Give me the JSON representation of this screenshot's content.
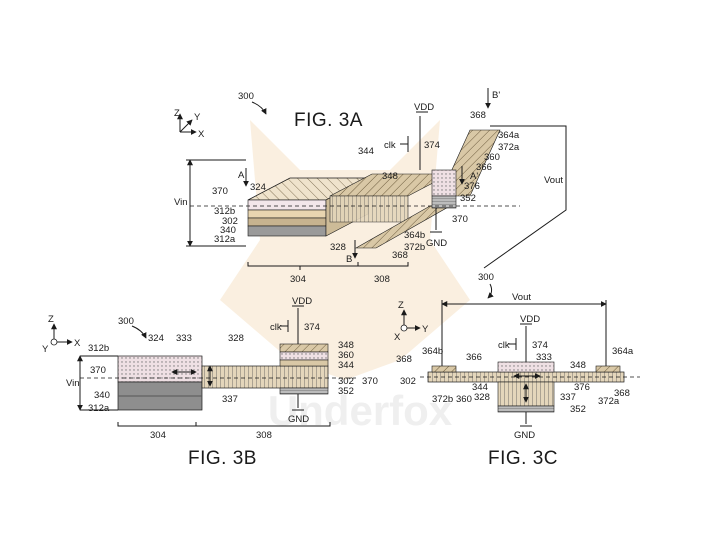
{
  "colors": {
    "ink": "#1a1a1a",
    "layer_tan": "#d9c8a6",
    "layer_tan_dark": "#b9a27a",
    "layer_pink": "#e8cfd6",
    "layer_grey": "#8c8c8c",
    "watermark": "#f3d9b8"
  },
  "watermark": {
    "text": "Underfox"
  },
  "fig3a": {
    "title": "FIG. 3A",
    "ref": "300",
    "axes": {
      "z": "Z",
      "y": "Y",
      "x": "X"
    },
    "labels": {
      "vdd": "VDD",
      "clk": "clk",
      "r374": "374",
      "r368_top": "368",
      "b_prime": "B'",
      "r364a": "364a",
      "r372a": "372a",
      "r360": "360",
      "r366": "366",
      "a_prime": "A'",
      "r376": "376",
      "r352": "352",
      "r370_right": "370",
      "vout": "Vout",
      "r344": "344",
      "r348": "348",
      "a": "A",
      "r324": "324",
      "r370_left": "370",
      "vin": "Vin",
      "r312b": "312b",
      "r302": "302",
      "r340": "340",
      "r312a": "312a",
      "r328": "328",
      "b": "B",
      "r368_bot": "368",
      "r364b": "364b",
      "r372b": "372b",
      "gnd": "GND",
      "r304": "304",
      "r308": "308"
    }
  },
  "fig3b": {
    "title": "FIG. 3B",
    "ref": "300",
    "axes": {
      "z": "Z",
      "y": "Y",
      "x": "X"
    },
    "labels": {
      "vdd": "VDD",
      "clk": "clk",
      "r374": "374",
      "r312b": "312b",
      "r324": "324",
      "r333": "333",
      "r328": "328",
      "r348": "348",
      "r360": "360",
      "r344": "344",
      "r370_left": "370",
      "vin": "Vin",
      "r340": "340",
      "r312a": "312a",
      "r337": "337",
      "r302": "302",
      "r370_right": "370",
      "r352": "352",
      "gnd": "GND",
      "r304": "304",
      "r308": "308"
    }
  },
  "fig3c": {
    "title": "FIG. 3C",
    "ref": "300",
    "axes": {
      "z": "Z",
      "x": "X",
      "y": "Y"
    },
    "labels": {
      "vout": "Vout",
      "vdd": "VDD",
      "clk": "clk",
      "r374": "374",
      "r368_left": "368",
      "r364b": "364b",
      "r366": "366",
      "r333": "333",
      "r348": "348",
      "r364a": "364a",
      "r302": "302",
      "r344": "344",
      "r376": "376",
      "r372b": "372b",
      "r360": "360",
      "r328": "328",
      "r337": "337",
      "r372a": "372a",
      "r368_right": "368",
      "r352": "352",
      "gnd": "GND"
    }
  }
}
